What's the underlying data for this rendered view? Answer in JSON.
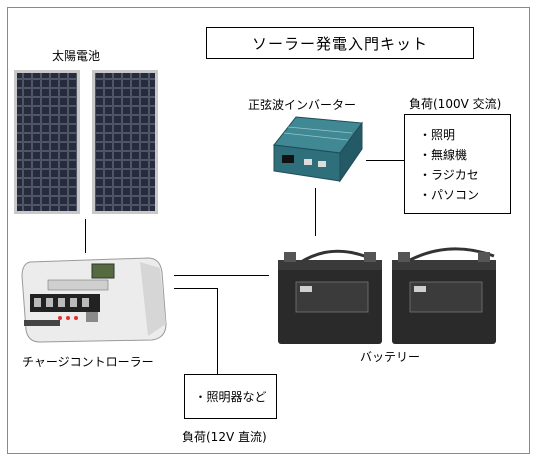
{
  "title": "ソーラー発電入門キット",
  "labels": {
    "solar_panel": "太陽電池",
    "inverter": "正弦波インバーター",
    "load_ac": "負荷(100V 交流)",
    "controller": "チャージコントローラー",
    "battery": "バッテリー",
    "load_dc": "負荷(12V 直流)"
  },
  "ac_loads": [
    "・照明",
    "・無線機",
    "・ラジカセ",
    "・パソコン"
  ],
  "dc_loads": [
    "・照明器など"
  ],
  "colors": {
    "panel_dark": "#1b1f2c",
    "panel_grid": "#6f7686",
    "inverter_body": "#2f6f7c",
    "controller_body": "#eeeeee",
    "battery_body": "#2a2a2a",
    "frame": "#8a8a8a"
  }
}
